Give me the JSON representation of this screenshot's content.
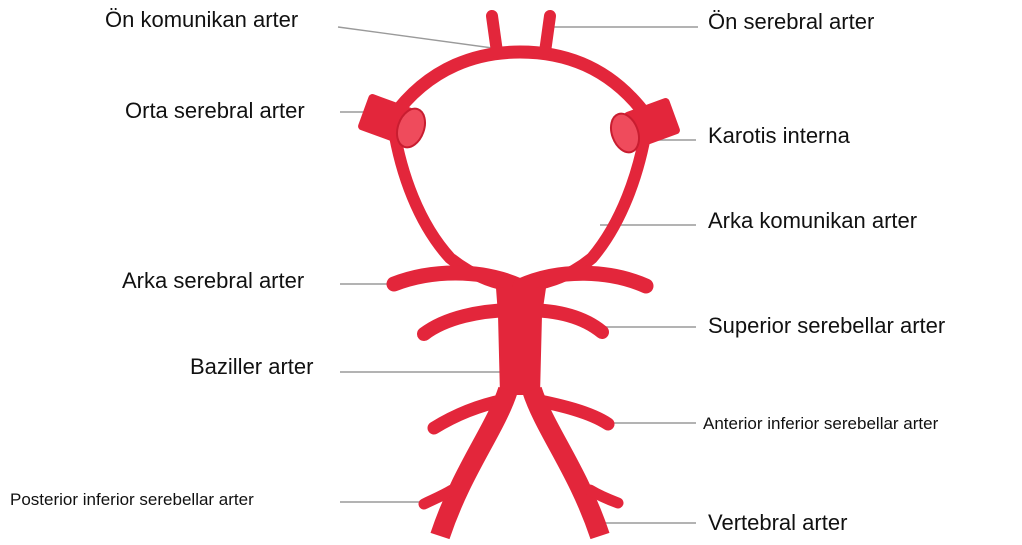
{
  "colors": {
    "artery": "#e3263b",
    "leader_line": "#9a9a9a",
    "text": "#111111"
  },
  "labels": {
    "on_komunikan": "Ön komunikan arter",
    "on_serebral": "Ön serebral arter",
    "orta_serebral": "Orta serebral arter",
    "karotis_interna": "Karotis interna",
    "arka_komunikan": "Arka komunikan arter",
    "arka_serebral": "Arka serebral arter",
    "superior_serebellar": "Superior serebellar arter",
    "baziller": "Baziller arter",
    "anterior_inferior": "Anterior inferior serebellar arter",
    "posterior_inferior": "Posterior inferior serebellar arter",
    "vertebral": "Vertebral arter"
  }
}
